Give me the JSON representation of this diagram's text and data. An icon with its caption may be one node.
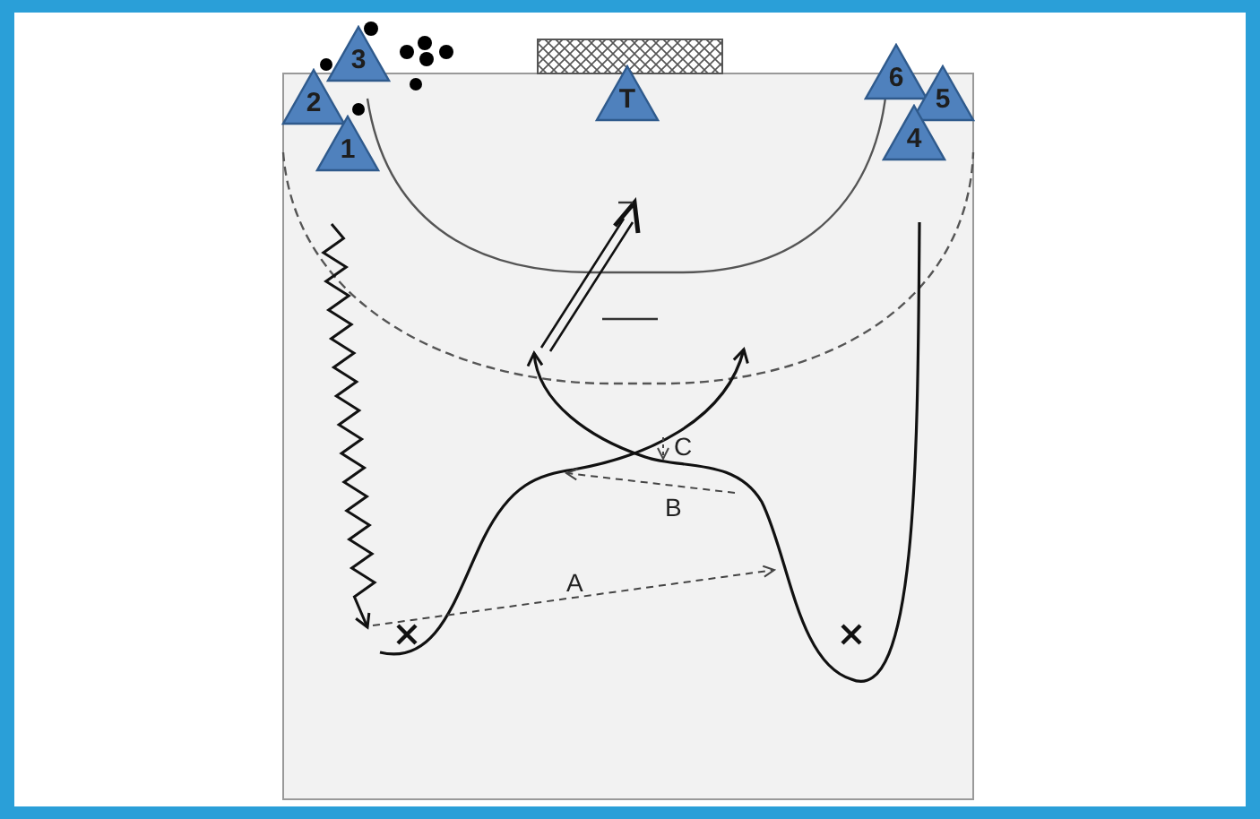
{
  "diagram": {
    "nodes": [
      {
        "text": [
          "3"
        ]
      },
      {
        "text": [
          "2"
        ]
      },
      {
        "text": [
          "1"
        ]
      },
      {
        "text": [
          "T"
        ]
      },
      {
        "text": [
          "6"
        ]
      },
      {
        "text": [
          "5"
        ]
      },
      {
        "text": [
          "4"
        ]
      }
    ],
    "labels": [
      "C",
      "B",
      "A"
    ]
  }
}
